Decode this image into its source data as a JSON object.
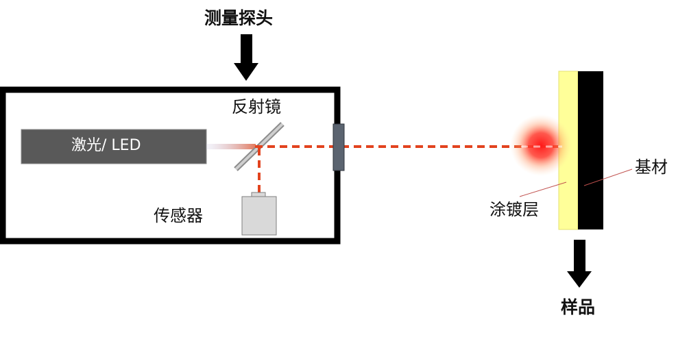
{
  "diagram": {
    "probe_label": "测量探头",
    "source_label": "激光/ LED",
    "mirror_label": "反射镜",
    "sensor_label": "传感器",
    "coating_label": "涂镀层",
    "substrate_label": "基材",
    "sample_label": "样品"
  },
  "colors": {
    "probe_frame": "#000000",
    "source_block": "#595959",
    "sensor_block": "#d9d9d9",
    "laser_beam": "#e2431e",
    "coating": "#ffff99",
    "substrate": "#000000",
    "hotspot": "#ff2020"
  },
  "icons": {
    "probe_arrow": "down-arrow-icon",
    "sample_arrow": "down-arrow-icon"
  }
}
